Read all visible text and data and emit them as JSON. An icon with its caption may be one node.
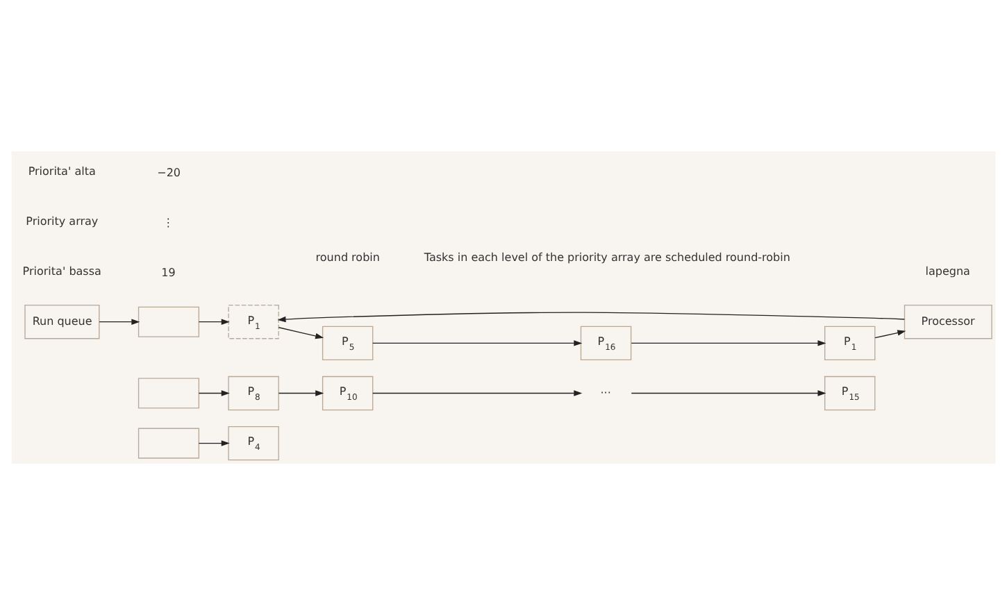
{
  "diagram": {
    "nodes": [
      {
        "text": [
          "Run queue"
        ]
      },
      {
        "text": [],
        "shape": "box"
      },
      {
        "text": [],
        "shape": "box"
      },
      {
        "text": [],
        "shape": "box"
      },
      {
        "text": [
          "P$_{1}$"
        ]
      },
      {
        "text": [
          "P$_{5}$"
        ]
      },
      {
        "text": [
          "P$_{16}$"
        ]
      },
      {
        "text": [
          "P$_{1}$"
        ]
      },
      {
        "text": [
          "Processor"
        ]
      },
      {
        "text": [
          "P$_{8}$"
        ]
      },
      {
        "text": [
          "P$_{10}$"
        ]
      },
      {
        "text": [
          "···"
        ]
      },
      {
        "text": [
          "P$_{15}$"
        ]
      },
      {
        "text": [
          "P$_{4}$"
        ]
      }
    ],
    "edges": [
      {
        "from": 0,
        "to": 1,
        "arrow": "to"
      },
      {
        "from": 1,
        "to": 4,
        "arrow": "to"
      },
      {
        "from": 4,
        "to": 5,
        "arrow": "to"
      },
      {
        "from": 5,
        "to": 6,
        "arrow": "to"
      },
      {
        "from": 6,
        "to": 7,
        "arrow": "to"
      },
      {
        "from": 7,
        "to": 8,
        "arrow": "to"
      },
      {
        "from": 8,
        "to": 4,
        "arrow": "to"
      },
      {
        "from": 2,
        "to": 9,
        "arrow": "to"
      },
      {
        "from": 9,
        "to": 10,
        "arrow": "to"
      },
      {
        "from": 10,
        "to": 11,
        "arrow": "to"
      },
      {
        "from": 11,
        "to": 12,
        "arrow": "to"
      },
      {
        "from": 3,
        "to": 13,
        "arrow": "to"
      }
    ],
    "labels": [
      "Priorita' alta",
      "−20",
      "round robin",
      "Priority array",
      "⋮",
      "Tasks in each level of the priority array are scheduled round-robin",
      "Priorita' bassa",
      "19",
      "lapegna"
    ]
  }
}
